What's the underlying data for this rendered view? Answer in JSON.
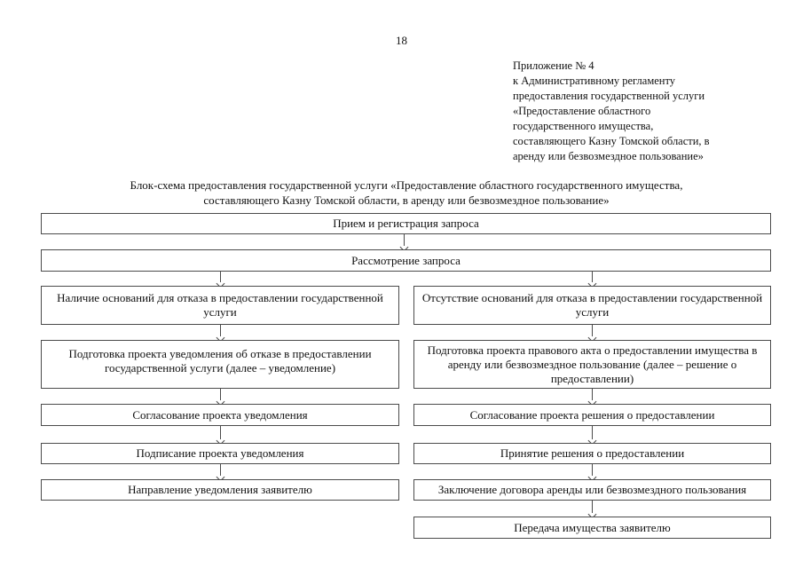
{
  "page": {
    "number": "18",
    "appendix_lines": [
      "Приложение № 4",
      "к Административному регламенту",
      "предоставления государственной услуги",
      "«Предоставление областного",
      "государственного имущества,",
      "составляющего Казну Томской области, в",
      "аренду или безвозмездное пользование»"
    ],
    "title_lines": [
      "Блок-схема предоставления государственной услуги «Предоставление областного государственного имущества,",
      "составляющего Казну Томской области, в аренду или безвозмездное пользование»"
    ]
  },
  "flowchart": {
    "main": [
      {
        "label": "Прием и регистрация запроса"
      },
      {
        "label": "Рассмотрение запроса"
      }
    ],
    "left_branch": [
      {
        "label": "Наличие оснований для отказа в предоставлении государственной услуги"
      },
      {
        "label": "Подготовка проекта уведомления об отказе в предоставлении государственной услуги (далее – уведомление)"
      },
      {
        "label": "Согласование проекта уведомления"
      },
      {
        "label": "Подписание проекта уведомления"
      },
      {
        "label": "Направление уведомления заявителю"
      }
    ],
    "right_branch": [
      {
        "label": "Отсутствие оснований для отказа в предоставлении государственной услуги"
      },
      {
        "label": "Подготовка проекта правового акта о предоставлении имущества в аренду или безвозмездное пользование (далее – решение о предоставлении)"
      },
      {
        "label": "Согласование проекта решения о предоставлении"
      },
      {
        "label": "Принятие решения о предоставлении"
      },
      {
        "label": "Заключение договора аренды или безвозмездного пользования"
      },
      {
        "label": "Передача имущества заявителю"
      }
    ]
  },
  "colors": {
    "border": "#4b4b4b",
    "text": "#111111",
    "page_background": "#ffffff"
  }
}
